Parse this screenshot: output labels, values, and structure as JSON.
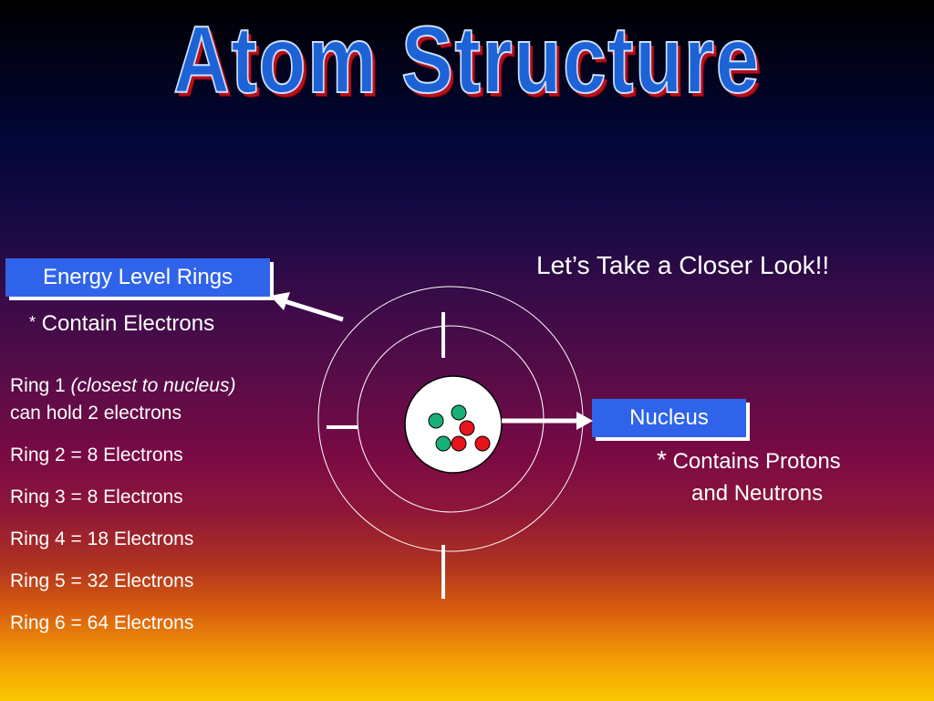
{
  "title": "Atom Structure",
  "energy_box": "Energy Level Rings",
  "contain_electrons": {
    "star": "*",
    "text": " Contain Electrons"
  },
  "ring1": {
    "prefix": "Ring 1 ",
    "note": "(closest to nucleus)",
    "line2": "can hold 2 electrons"
  },
  "rings": [
    "Ring 2 = 8 Electrons",
    "Ring 3 = 8 Electrons",
    "Ring 4 = 18 Electrons",
    "Ring 5 = 32 Electrons",
    "Ring 6 = 64 Electrons"
  ],
  "closer_look": "Let’s Take a Closer Look!!",
  "nucleus_box": "Nucleus",
  "contains_protons": {
    "star": "*",
    "line1": " Contains Protons",
    "line2": "and Neutrons"
  },
  "colors": {
    "box_blue": "#2f64ea",
    "proton": "#e8141c",
    "neutron": "#19b07a"
  }
}
